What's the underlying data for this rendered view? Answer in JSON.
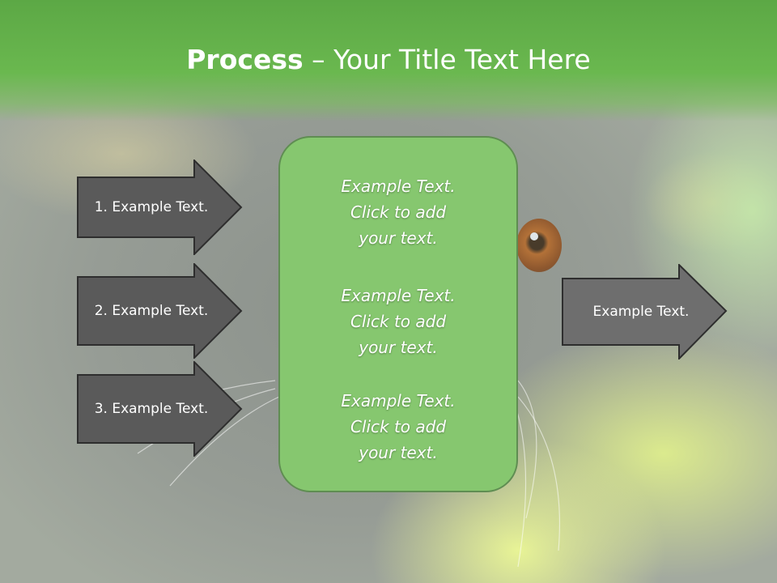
{
  "slide": {
    "title_bold": "Process",
    "title_rest": " – Your Title Text Here"
  },
  "left_arrows": [
    {
      "label": "1. Example Text."
    },
    {
      "label": "2. Example Text."
    },
    {
      "label": "3. Example Text."
    }
  ],
  "center_box": {
    "blocks": [
      {
        "lines": [
          "Example Text.",
          "Click  to add",
          "your text."
        ]
      },
      {
        "lines": [
          "Example Text.",
          "Click  to add",
          "your text."
        ]
      },
      {
        "lines": [
          "Example Text.",
          "Click  to add",
          "your text."
        ]
      }
    ]
  },
  "right_arrow": {
    "label": "Example Text."
  },
  "colors": {
    "header_green": "#6ab84f",
    "box_green": "#86c76f",
    "left_arrow_fill": "#5a5a5a",
    "right_arrow_fill": "#6e6e6e"
  }
}
